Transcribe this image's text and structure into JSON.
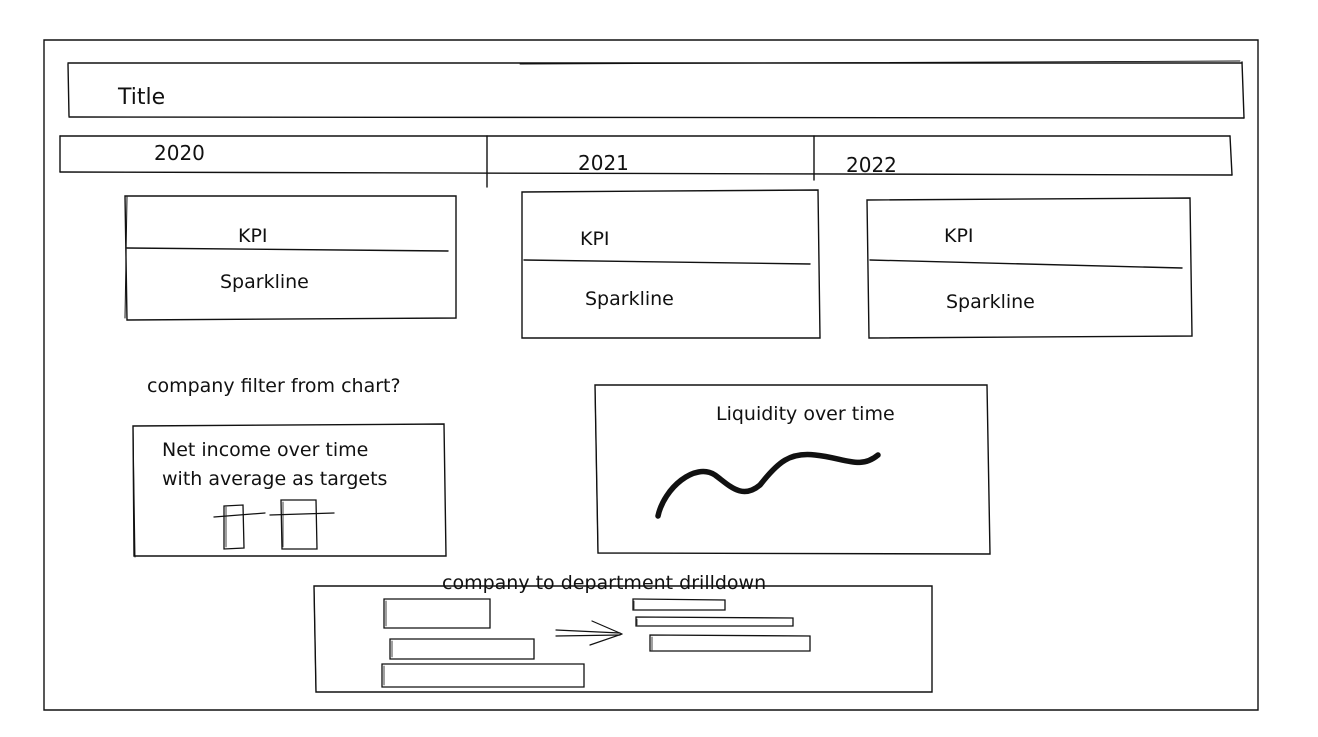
{
  "title": "Title",
  "years": [
    "2020",
    "2021",
    "2022"
  ],
  "kpi_cards": [
    {
      "kpi_label": "KPI",
      "sparkline_label": "Sparkline"
    },
    {
      "kpi_label": "KPI",
      "sparkline_label": "Sparkline"
    },
    {
      "kpi_label": "KPI",
      "sparkline_label": "Sparkline"
    }
  ],
  "notes": {
    "company_filter": "company filter from chart?",
    "drilldown": "company to department drilldown"
  },
  "net_income_box": {
    "line1": "Net income over time",
    "line2": "with average as targets"
  },
  "liquidity_box": {
    "title": "Liquidity over time"
  },
  "colors": {
    "stroke": "#111111",
    "background": "#ffffff"
  }
}
